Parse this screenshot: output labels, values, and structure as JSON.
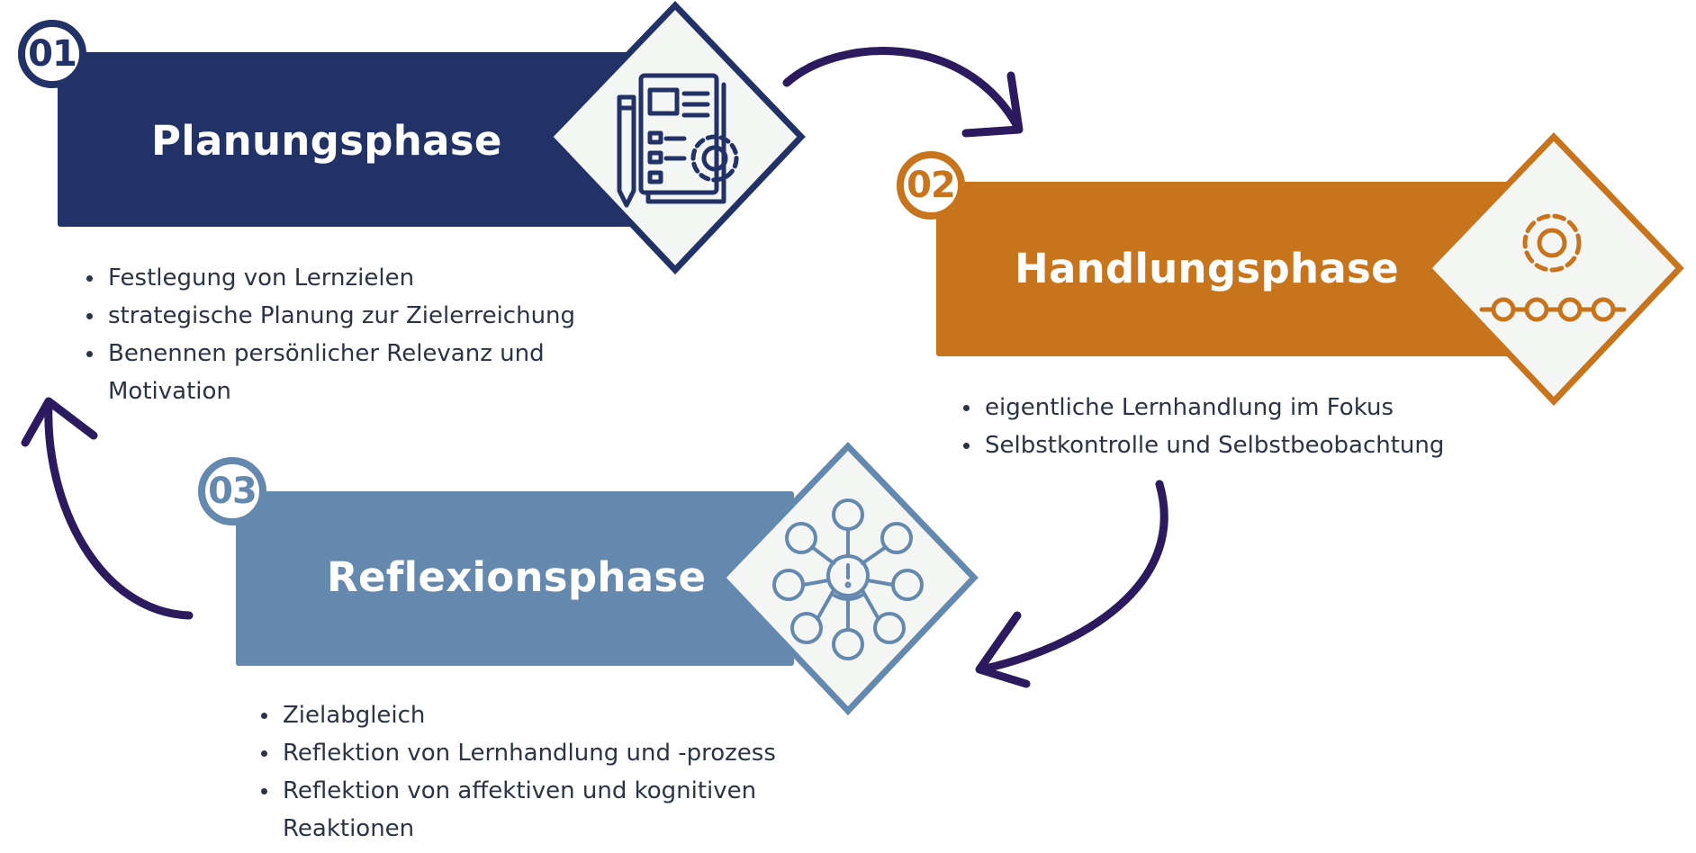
{
  "colors": {
    "phase1": "#223266",
    "phase2": "#c8741c",
    "phase3": "#6488ae",
    "arrow": "#2c1a5e",
    "icon_bg": "#f4f6f4",
    "text": "#2b3444"
  },
  "phases": [
    {
      "number": "01",
      "title": "Planungsphase",
      "icon": "document-gear-icon",
      "bullets": [
        "Festlegung von Lernzielen",
        "strategische Planung zur Zielerreichung",
        "Benennen persönlicher Relevanz und Motivation"
      ]
    },
    {
      "number": "02",
      "title": "Handlungsphase",
      "icon": "gear-process-icon",
      "bullets": [
        "eigentliche Lernhandlung im Fokus",
        "Selbstkontrolle und Selbstbeobachtung"
      ]
    },
    {
      "number": "03",
      "title": "Reflexionsphase",
      "icon": "emotions-head-icon",
      "bullets": [
        "Zielabgleich",
        "Reflektion von Lernhandlung und -prozess",
        "Reflektion von affektiven und kognitiven Reaktionen"
      ]
    }
  ],
  "cycle_arrows": [
    "arrow-1-to-2",
    "arrow-2-to-3",
    "arrow-3-to-1"
  ]
}
